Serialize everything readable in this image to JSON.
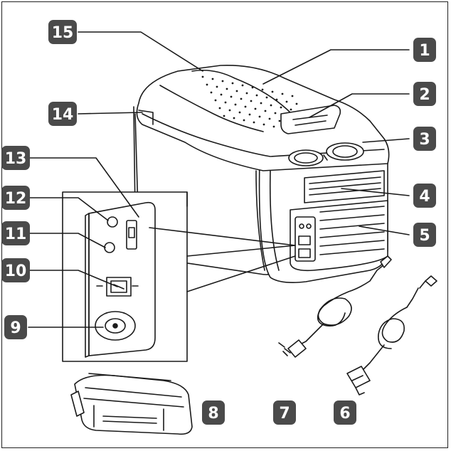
{
  "diagram": {
    "callouts": [
      {
        "id": "15",
        "label": "15"
      },
      {
        "id": "1",
        "label": "1"
      },
      {
        "id": "2",
        "label": "2"
      },
      {
        "id": "14",
        "label": "14"
      },
      {
        "id": "3",
        "label": "3"
      },
      {
        "id": "13",
        "label": "13"
      },
      {
        "id": "12",
        "label": "12"
      },
      {
        "id": "4",
        "label": "4"
      },
      {
        "id": "11",
        "label": "11"
      },
      {
        "id": "5",
        "label": "5"
      },
      {
        "id": "10",
        "label": "10"
      },
      {
        "id": "9",
        "label": "9"
      },
      {
        "id": "8",
        "label": "8"
      },
      {
        "id": "7",
        "label": "7"
      },
      {
        "id": "6",
        "label": "6"
      }
    ],
    "colors": {
      "line": "#1a1a1a",
      "badge": "#4a4a4a",
      "badge_text": "#ffffff",
      "fill": "#ffffff"
    }
  }
}
